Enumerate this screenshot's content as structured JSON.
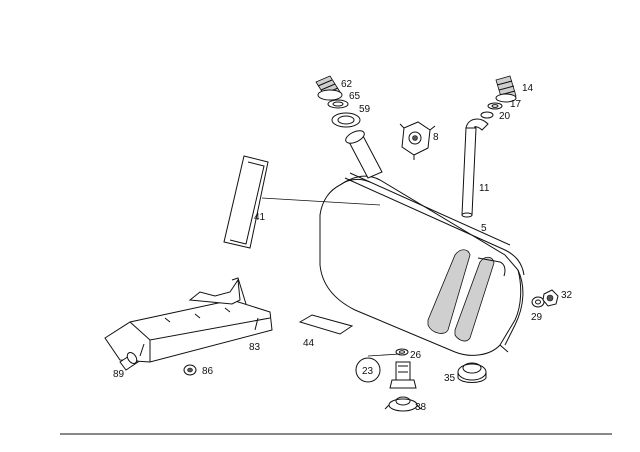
{
  "diagram": {
    "part_labels": {
      "p62": "62",
      "p65": "65",
      "p59": "59",
      "p14": "14",
      "p17": "17",
      "p20": "20",
      "p8": "8",
      "p11": "11",
      "p5": "5",
      "p41": "41",
      "p32": "32",
      "p29": "29",
      "p83": "83",
      "p44": "44",
      "p26": "26",
      "p23": "23",
      "p35": "35",
      "p38": "38",
      "p89": "89",
      "p86": "86"
    }
  }
}
